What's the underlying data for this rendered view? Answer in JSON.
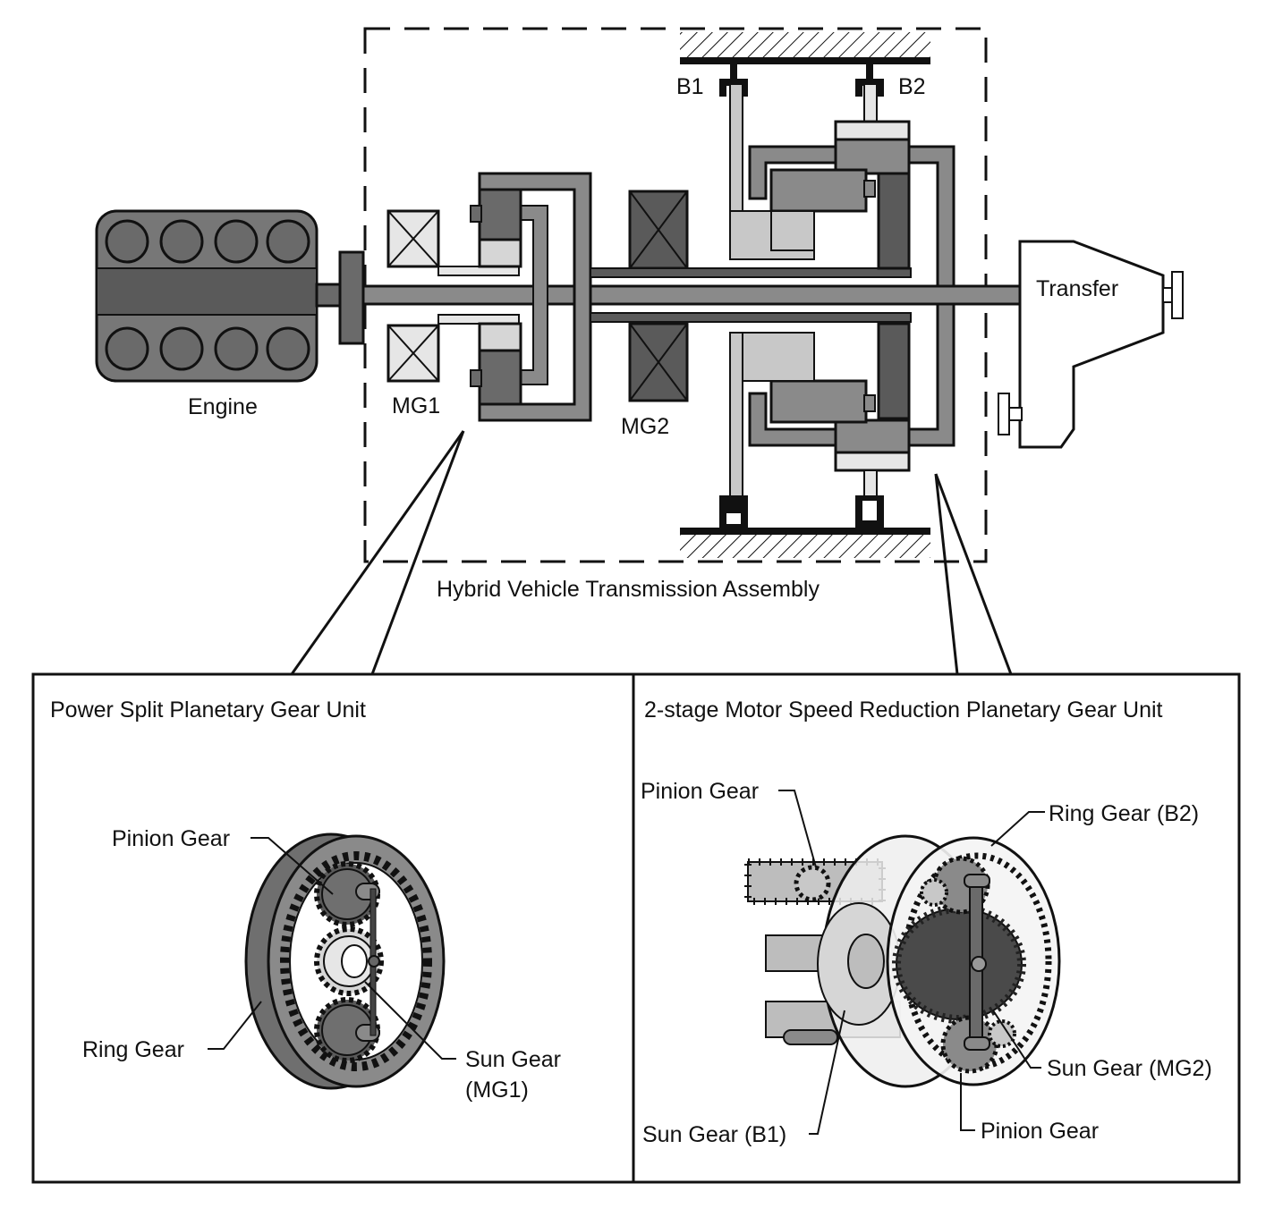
{
  "top": {
    "assembly_label": "Hybrid Vehicle Transmission Assembly",
    "engine_label": "Engine",
    "mg1_label": "MG1",
    "mg2_label": "MG2",
    "b1_label": "B1",
    "b2_label": "B2",
    "transfer_label": "Transfer"
  },
  "left_panel": {
    "title": "Power Split Planetary Gear Unit",
    "pinion_label": "Pinion Gear",
    "ring_label": "Ring Gear",
    "sun_label_line1": "Sun Gear",
    "sun_label_line2": "(MG1)"
  },
  "right_panel": {
    "title": "2-stage Motor Speed Reduction Planetary Gear Unit",
    "pinion_top_label": "Pinion Gear",
    "ring_label": "Ring Gear (B2)",
    "sun_b1_label": "Sun Gear (B1)",
    "sun_mg2_label": "Sun Gear (MG2)",
    "pinion_bottom_label": "Pinion Gear"
  },
  "colors": {
    "dark": "#5a5a5a",
    "mid": "#8a8a8a",
    "light": "#c8c8c8",
    "pale": "#e6e6e6",
    "outline": "#111111"
  }
}
